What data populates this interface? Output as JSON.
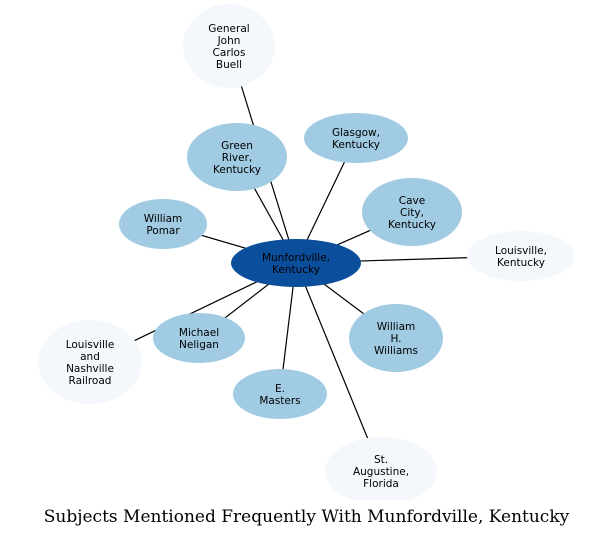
{
  "colors": {
    "center": "#0b4f9c",
    "primary": "#a0cbe2",
    "secondary": "#f4f8fd",
    "edge": "#000000"
  },
  "caption": "Subjects Mentioned Frequently With Munfordville, Kentucky",
  "nodes": [
    {
      "id": "munfordville",
      "label": "Munfordville,\nKentucky",
      "tier": "center"
    },
    {
      "id": "green-river",
      "label": "Green\nRiver,\nKentucky",
      "tier": "primary"
    },
    {
      "id": "glasgow",
      "label": "Glasgow,\nKentucky",
      "tier": "primary"
    },
    {
      "id": "cave-city",
      "label": "Cave\nCity,\nKentucky",
      "tier": "primary"
    },
    {
      "id": "william-pomar",
      "label": "William\nPomar",
      "tier": "primary"
    },
    {
      "id": "michael-neligan",
      "label": "Michael\nNeligan",
      "tier": "primary"
    },
    {
      "id": "e-masters",
      "label": "E.\nMasters",
      "tier": "primary"
    },
    {
      "id": "william-h-williams",
      "label": "William\nH.\nWilliams",
      "tier": "primary"
    },
    {
      "id": "general-buell",
      "label": "General\nJohn\nCarlos\nBuell",
      "tier": "secondary"
    },
    {
      "id": "louisville",
      "label": "Louisville,\nKentucky",
      "tier": "secondary"
    },
    {
      "id": "lnr",
      "label": "Louisville\nand\nNashville\nRailroad",
      "tier": "secondary"
    },
    {
      "id": "st-augustine",
      "label": "St.\nAugustine,\nFlorida",
      "tier": "secondary"
    }
  ],
  "edges": [
    [
      "munfordville",
      "green-river"
    ],
    [
      "munfordville",
      "glasgow"
    ],
    [
      "munfordville",
      "cave-city"
    ],
    [
      "munfordville",
      "william-pomar"
    ],
    [
      "munfordville",
      "michael-neligan"
    ],
    [
      "munfordville",
      "e-masters"
    ],
    [
      "munfordville",
      "william-h-williams"
    ],
    [
      "munfordville",
      "general-buell"
    ],
    [
      "munfordville",
      "louisville"
    ],
    [
      "munfordville",
      "lnr"
    ],
    [
      "munfordville",
      "st-augustine"
    ]
  ]
}
